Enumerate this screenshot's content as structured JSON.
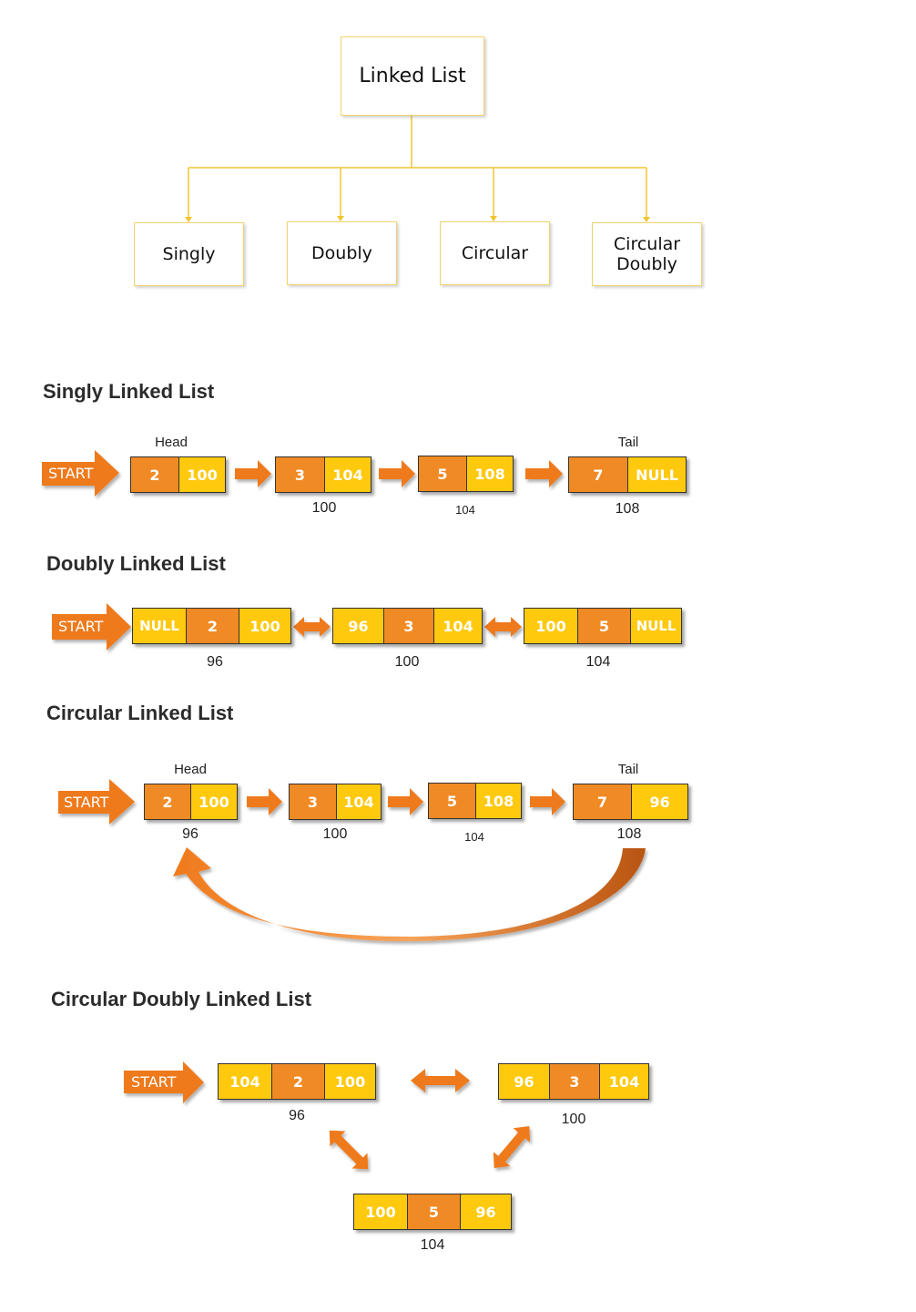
{
  "hierarchy": {
    "root": "Linked List",
    "children": [
      "Singly",
      "Doubly",
      "Circular",
      "Circular\nDoubly"
    ]
  },
  "colors": {
    "orange": "#f08a24",
    "yellow": "#ffc90e",
    "border": "#f2d36b",
    "arrow": "#ee7a1f"
  },
  "start_label": "START",
  "singly": {
    "title": "Singly Linked List",
    "head_label": "Head",
    "tail_label": "Tail",
    "nodes": [
      {
        "data": "2",
        "next": "100",
        "address": ""
      },
      {
        "data": "3",
        "next": "104",
        "address": "100"
      },
      {
        "data": "5",
        "next": "108",
        "address": "104"
      },
      {
        "data": "7",
        "next": "NULL",
        "address": "108"
      }
    ]
  },
  "doubly": {
    "title": "Doubly Linked List",
    "nodes": [
      {
        "prev": "NULL",
        "data": "2",
        "next": "100",
        "address": "96"
      },
      {
        "prev": "96",
        "data": "3",
        "next": "104",
        "address": "100"
      },
      {
        "prev": "100",
        "data": "5",
        "next": "NULL",
        "address": "104"
      }
    ]
  },
  "circular": {
    "title": "Circular Linked List",
    "head_label": "Head",
    "tail_label": "Tail",
    "nodes": [
      {
        "data": "2",
        "next": "100",
        "address": "96"
      },
      {
        "data": "3",
        "next": "104",
        "address": "100"
      },
      {
        "data": "5",
        "next": "108",
        "address": "104"
      },
      {
        "data": "7",
        "next": "96",
        "address": "108"
      }
    ]
  },
  "circular_doubly": {
    "title": "Circular Doubly Linked List",
    "nodes": [
      {
        "prev": "104",
        "data": "2",
        "next": "100",
        "address": "96"
      },
      {
        "prev": "96",
        "data": "3",
        "next": "104",
        "address": "100"
      },
      {
        "prev": "100",
        "data": "5",
        "next": "96",
        "address": "104"
      }
    ]
  }
}
